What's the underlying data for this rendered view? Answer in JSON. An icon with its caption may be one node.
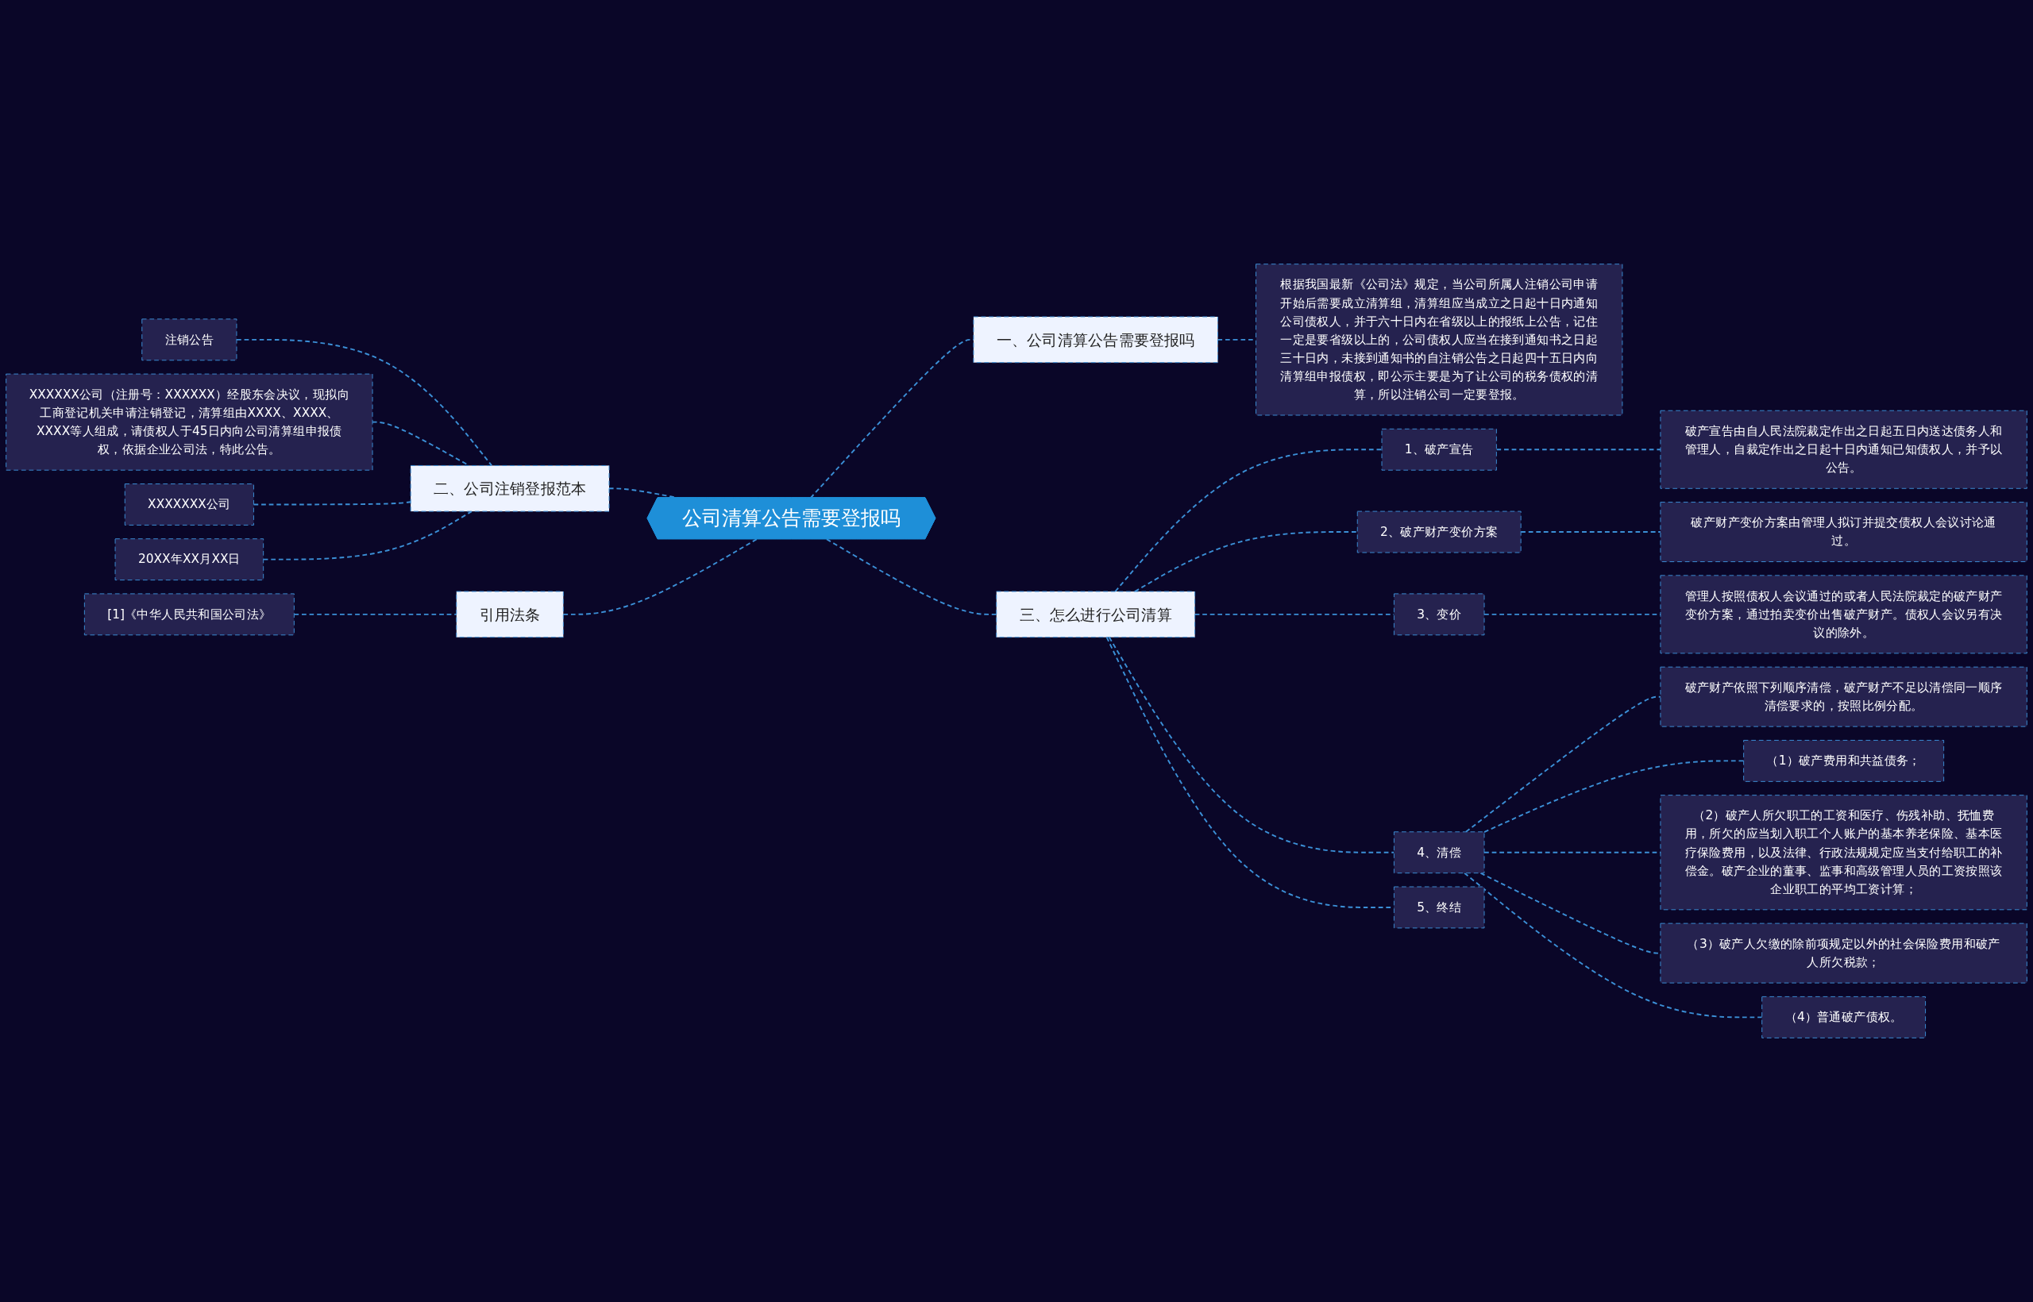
{
  "diagram": {
    "nodes": [
      {
        "text": [
          "公司清算公告需要登报吗"
        ]
      },
      {
        "text": [
          "一、公司清算公告需要登报吗"
        ]
      },
      {
        "text": [
          "根据我国最新《公司法》规定，当公司所属人注销公司申请开始后需要成立清算组，清算组应当成立之日起十日内通知公司债权人，并于六十日内在省级以上的报纸上公告，记住一定是要省级以上的，公司债权人应当在接到通知书之日起三十日内，未接到通知书的自注销公告之日起四十五日内向清算组申报债权，即公示主要是为了让公司的税务债权的清算，所以注销公司一定要登报。"
        ]
      },
      {
        "text": [
          "三、怎么进行公司清算"
        ]
      },
      {
        "text": [
          "1、破产宣告"
        ]
      },
      {
        "text": [
          "破产宣告由自人民法院裁定作出之日起五日内送达债务人和管理人，自裁定作出之日起十日内通知已知债权人，并予以公告。"
        ]
      },
      {
        "text": [
          "2、破产财产变价方案"
        ]
      },
      {
        "text": [
          "破产财产变价方案由管理人拟订并提交债权人会议讨论通过。"
        ]
      },
      {
        "text": [
          "3、变价"
        ]
      },
      {
        "text": [
          "管理人按照债权人会议通过的或者人民法院裁定的破产财产变价方案，通过拍卖变价出售破产财产。债权人会议另有决议的除外。"
        ]
      },
      {
        "text": [
          "4、清偿"
        ]
      },
      {
        "text": [
          "破产财产依照下列顺序清偿，破产财产不足以清偿同一顺序清偿要求的，按照比例分配。"
        ]
      },
      {
        "text": [
          "（1）破产费用和共益债务；"
        ]
      },
      {
        "text": [
          "（2）破产人所欠职工的工资和医疗、伤残补助、抚恤费用，所欠的应当划入职工个人账户的基本养老保险、基本医疗保险费用，以及法律、行政法规规定应当支付给职工的补偿金。破产企业的董事、监事和高级管理人员的工资按照该企业职工的平均工资计算；"
        ]
      },
      {
        "text": [
          "（3）破产人欠缴的除前项规定以外的社会保险费用和破产人所欠税款；"
        ]
      },
      {
        "text": [
          "（4）普通破产债权。"
        ]
      },
      {
        "text": [
          "5、终结"
        ]
      },
      {
        "text": [
          "二、公司注销登报范本"
        ]
      },
      {
        "text": [
          "注销公告"
        ]
      },
      {
        "text": [
          "XXXXXX公司（注册号：XXXXXX）经股东会决议，现拟向工商登记机关申请注销登记，清算组由XXXX、XXXX、XXXX等人组成，请债权人于45日内向公司清算组申报债权，依据企业公司法，特此公告。"
        ]
      },
      {
        "text": [
          "XXXXXXX公司"
        ]
      },
      {
        "text": [
          "20XX年XX月XX日"
        ]
      },
      {
        "text": [
          "引用法条"
        ]
      },
      {
        "text": [
          "[1]《中华人民共和国公司法》"
        ]
      }
    ],
    "edges": [
      {
        "from": 0,
        "to": 1,
        "arrow": "none",
        "style": "dashed"
      },
      {
        "from": 1,
        "to": 2,
        "arrow": "none",
        "style": "dashed"
      },
      {
        "from": 0,
        "to": 3,
        "arrow": "none",
        "style": "dashed"
      },
      {
        "from": 3,
        "to": 4,
        "arrow": "none",
        "style": "dashed"
      },
      {
        "from": 4,
        "to": 5,
        "arrow": "none",
        "style": "dashed"
      },
      {
        "from": 3,
        "to": 6,
        "arrow": "none",
        "style": "dashed"
      },
      {
        "from": 6,
        "to": 7,
        "arrow": "none",
        "style": "dashed"
      },
      {
        "from": 3,
        "to": 8,
        "arrow": "none",
        "style": "dashed"
      },
      {
        "from": 8,
        "to": 9,
        "arrow": "none",
        "style": "dashed"
      },
      {
        "from": 3,
        "to": 10,
        "arrow": "none",
        "style": "dashed"
      },
      {
        "from": 10,
        "to": 11,
        "arrow": "none",
        "style": "dashed"
      },
      {
        "from": 10,
        "to": 12,
        "arrow": "none",
        "style": "dashed"
      },
      {
        "from": 10,
        "to": 13,
        "arrow": "none",
        "style": "dashed"
      },
      {
        "from": 10,
        "to": 14,
        "arrow": "none",
        "style": "dashed"
      },
      {
        "from": 10,
        "to": 15,
        "arrow": "none",
        "style": "dashed"
      },
      {
        "from": 3,
        "to": 16,
        "arrow": "none",
        "style": "dashed"
      },
      {
        "from": 0,
        "to": 17,
        "arrow": "none",
        "style": "dashed"
      },
      {
        "from": 17,
        "to": 18,
        "arrow": "none",
        "style": "dashed"
      },
      {
        "from": 17,
        "to": 19,
        "arrow": "none",
        "style": "dashed"
      },
      {
        "from": 17,
        "to": 20,
        "arrow": "none",
        "style": "dashed"
      },
      {
        "from": 17,
        "to": 21,
        "arrow": "none",
        "style": "dashed"
      },
      {
        "from": 0,
        "to": 22,
        "arrow": "none",
        "style": "dashed"
      },
      {
        "from": 22,
        "to": 23,
        "arrow": "none",
        "style": "dashed"
      }
    ]
  }
}
